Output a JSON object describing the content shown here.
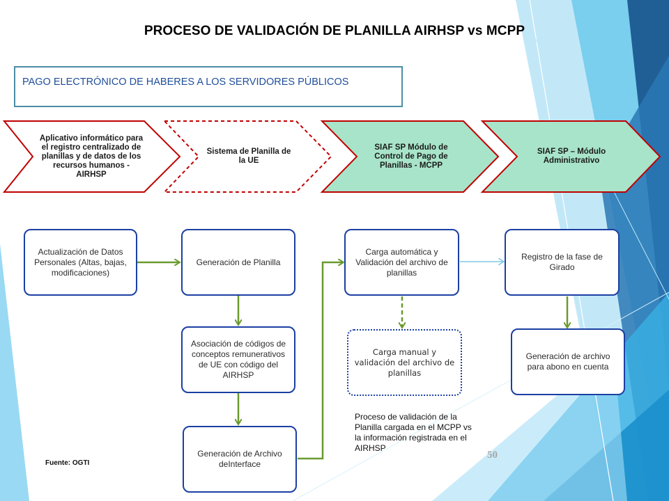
{
  "title": "PROCESO DE VALIDACIÓN DE PLANILLA AIRHSP vs MCPP",
  "subtitle": "PAGO ELECTRÓNICO DE HABERES A LOS SERVIDORES PÚBLICOS",
  "chevrons": [
    {
      "label": "Aplicativo informático para el registro centralizado de planillas y de datos de los recursos humanos - AIRHSP",
      "fill": "#ffffff",
      "border": "solid"
    },
    {
      "label": "Sistema de Planilla de la UE",
      "fill": "#ffffff",
      "border": "dashed"
    },
    {
      "label": "SIAF SP Módulo de Control de Pago de Planillas - MCPP",
      "fill": "#a8e4c9",
      "border": "solid"
    },
    {
      "label": "SIAF SP – Módulo Administrativo",
      "fill": "#a8e4c9",
      "border": "solid"
    }
  ],
  "boxes": {
    "actualizacion": "Actualización de Datos Personales (Altas, bajas, modificaciones)",
    "generacion_planilla": "Generación de Planilla",
    "asociacion": "Asociación de códigos de conceptos remunerativos de UE con código del AIRHSP",
    "generacion_archivo": "Generación de Archivo deInterface",
    "carga_automatica": "Carga automática y Validación del archivo de planillas",
    "carga_manual": "Carga manual y validación del archivo de planillas",
    "registro_girado": "Registro de la fase de Girado",
    "generacion_abono": "Generación de archivo para abono en cuenta"
  },
  "note": "Proceso de validación de la Planilla cargada en el MCPP vs la información registrada en el AIRHSP",
  "source": "Fuente: OGTI",
  "page_number": "50",
  "colors": {
    "chevron_border": "#c00000",
    "box_border": "#1b3fa3",
    "arrow_green": "#6a9a2e",
    "arrow_blue": "#7fc8e8",
    "chevron_green": "#a8e4c9",
    "bg_blue_dark": "#1f5f95",
    "bg_blue_light": "#5bc3ea"
  }
}
